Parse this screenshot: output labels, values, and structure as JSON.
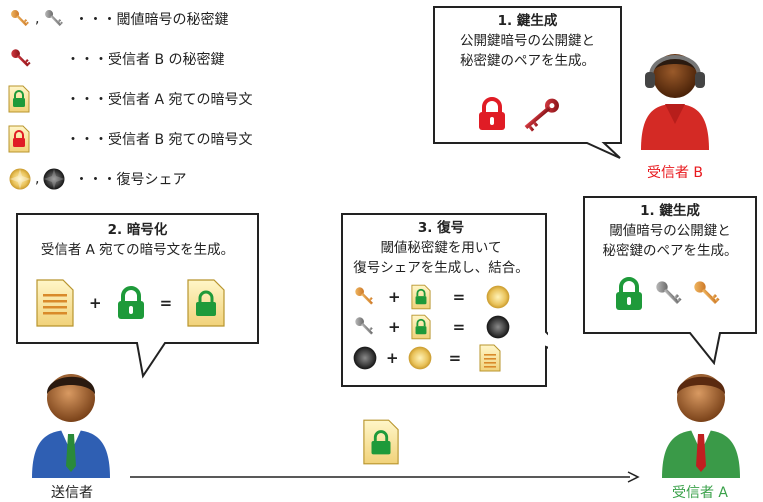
{
  "legend": {
    "items": [
      {
        "text": "・・・閾値暗号の秘密鍵"
      },
      {
        "text": "・・・受信者 B の秘密鍵"
      },
      {
        "text": "・・・受信者 A 宛ての暗号文"
      },
      {
        "text": "・・・受信者 B 宛ての暗号文"
      },
      {
        "text": "・・・復号シェア"
      }
    ],
    "separator": ","
  },
  "bubbles": {
    "keygen_b": {
      "title": "1. 鍵生成",
      "line1": "公開鍵暗号の公開鍵と",
      "line2": "秘密鍵のペアを生成。"
    },
    "encrypt": {
      "title": "2. 暗号化",
      "line1": "受信者 A 宛ての暗号文を生成。"
    },
    "decrypt": {
      "title": "3. 復号",
      "line1": "閾値秘密鍵を用いて",
      "line2": "復号シェアを生成し、結合。"
    },
    "keygen_a": {
      "title": "1. 鍵生成",
      "line1": "閾値暗号の公開鍵と",
      "line2": "秘密鍵のペアを生成。"
    }
  },
  "operators": {
    "plus": "+",
    "equals": "="
  },
  "people": {
    "receiver_b": "受信者 B",
    "sender": "送信者",
    "receiver_a": "受信者 A"
  },
  "colors": {
    "receiver_b_label": "#e8191e",
    "receiver_a_label": "#3aa14a",
    "lock_green": "#1e9a3a",
    "lock_red": "#e01c25",
    "key_red": "#b3181c",
    "key_gold": "#e2922a",
    "key_gray": "#8a8a8a"
  }
}
